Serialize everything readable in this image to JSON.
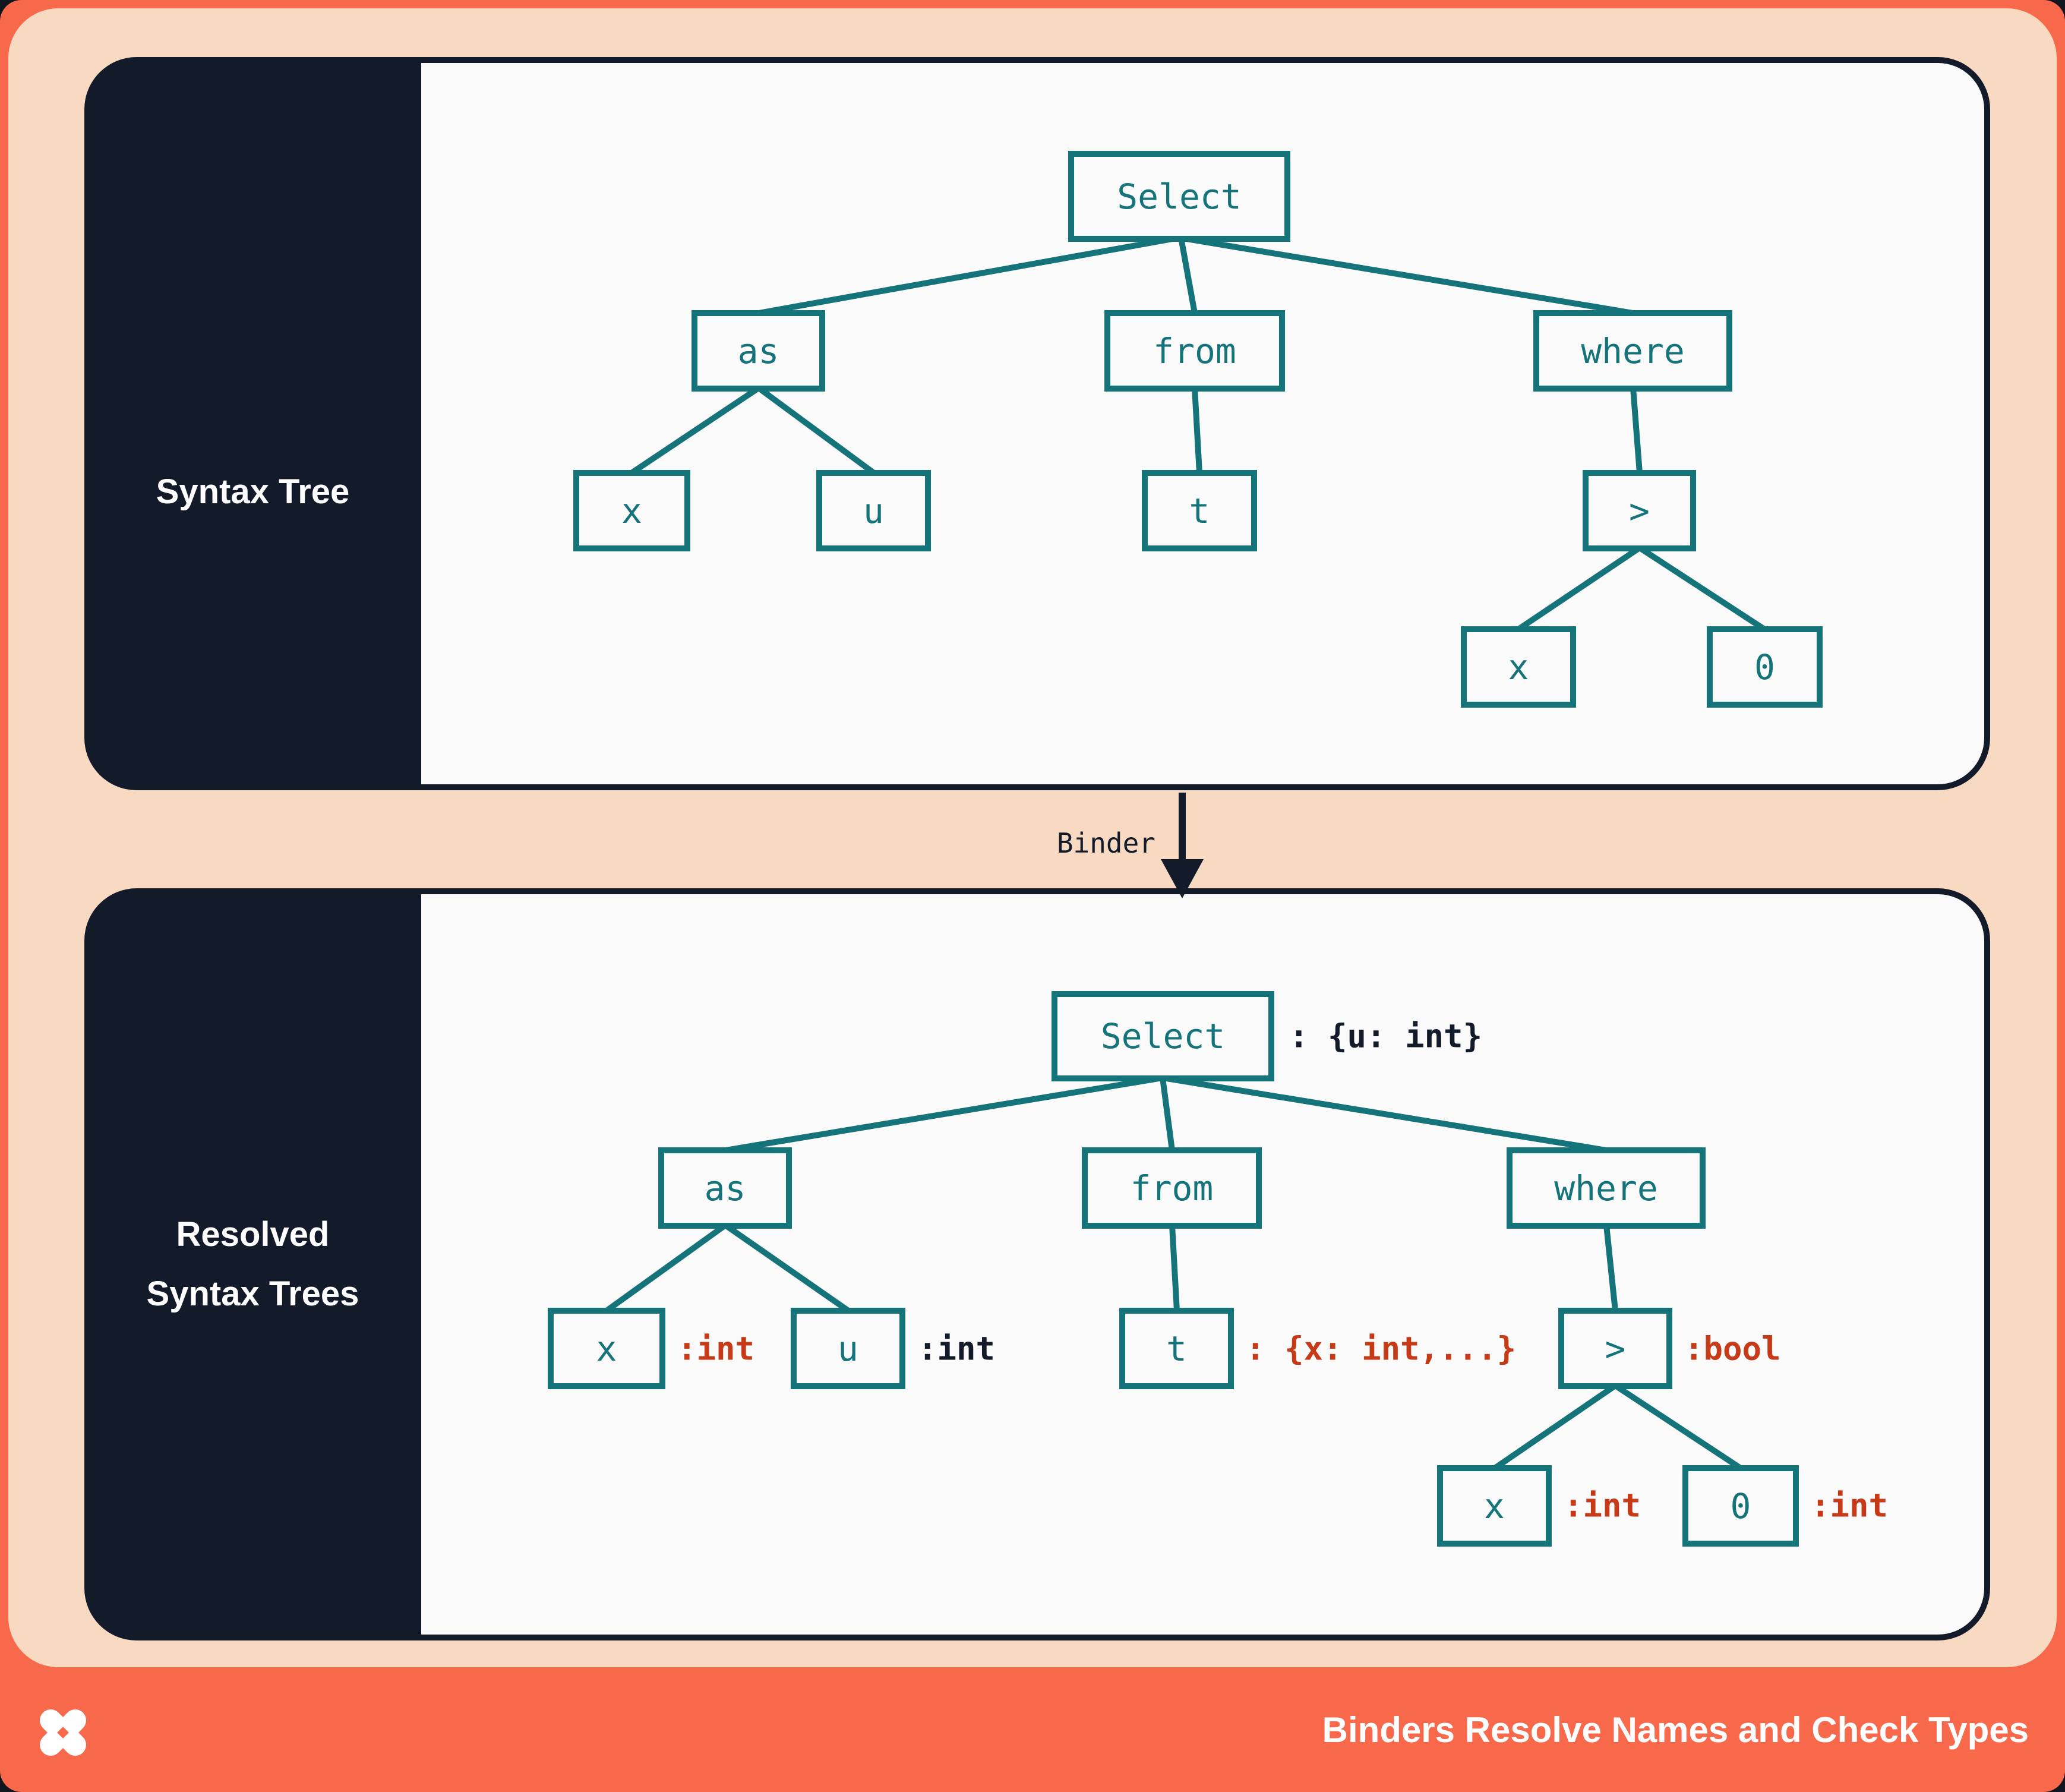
{
  "colors": {
    "background_orange": "#f8694c",
    "surface_peach": "#f8d9c2",
    "panel_dark": "#131a29",
    "panel_light": "#fafafa",
    "node_teal": "#15737a",
    "type_red": "#c63a17",
    "type_dark": "#131a29"
  },
  "panels": {
    "syntax_tree": {
      "sidebar_label": "Syntax Tree",
      "nodes": [
        {
          "id": "select",
          "label": "Select"
        },
        {
          "id": "as",
          "label": "as"
        },
        {
          "id": "from",
          "label": "from"
        },
        {
          "id": "where",
          "label": "where"
        },
        {
          "id": "x-left",
          "label": "x"
        },
        {
          "id": "u",
          "label": "u"
        },
        {
          "id": "t",
          "label": "t"
        },
        {
          "id": "greater-than",
          "label": ">"
        },
        {
          "id": "x-right",
          "label": "x"
        },
        {
          "id": "zero",
          "label": "0"
        }
      ]
    },
    "resolved": {
      "sidebar_label_line1": "Resolved",
      "sidebar_label_line2": "Syntax Trees",
      "nodes": [
        {
          "id": "select",
          "label": "Select",
          "annotation": ": {u: int}",
          "annotation_color": "dark"
        },
        {
          "id": "as",
          "label": "as"
        },
        {
          "id": "from",
          "label": "from"
        },
        {
          "id": "where",
          "label": "where"
        },
        {
          "id": "x-left",
          "label": "x",
          "annotation": ":int",
          "annotation_color": "red"
        },
        {
          "id": "u",
          "label": "u",
          "annotation": ":int",
          "annotation_color": "dark"
        },
        {
          "id": "t",
          "label": "t",
          "annotation": ": {x: int,...}",
          "annotation_color": "red"
        },
        {
          "id": "greater-than",
          "label": ">",
          "annotation": ":bool",
          "annotation_color": "red"
        },
        {
          "id": "x-right",
          "label": "x",
          "annotation": ":int",
          "annotation_color": "red"
        },
        {
          "id": "zero",
          "label": "0",
          "annotation": ":int",
          "annotation_color": "red"
        }
      ]
    }
  },
  "binder": {
    "label": "Binder"
  },
  "footer": {
    "logo": "pinwheel-x-logo",
    "title": "Binders Resolve Names and Check Types"
  }
}
